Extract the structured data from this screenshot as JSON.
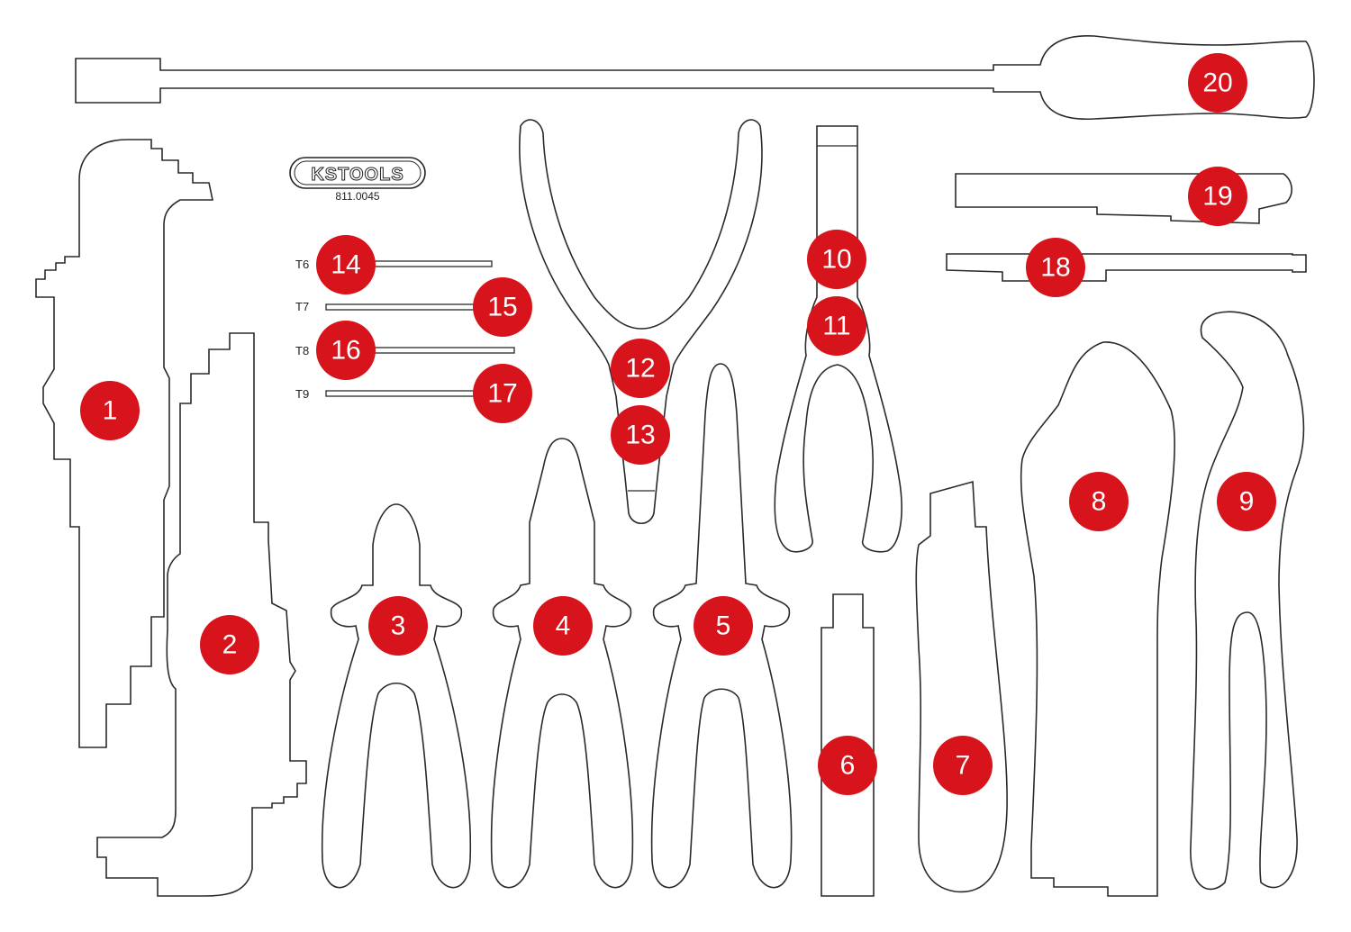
{
  "logo": {
    "brand": "KSTOOLS",
    "article_number": "811.0045"
  },
  "accent_color": "#d7141c",
  "torx_sizes": [
    "T6",
    "T7",
    "T8",
    "T9"
  ],
  "badges": [
    "1",
    "2",
    "3",
    "4",
    "5",
    "6",
    "7",
    "8",
    "9",
    "10",
    "11",
    "12",
    "13",
    "14",
    "15",
    "16",
    "17",
    "18",
    "19",
    "20"
  ]
}
